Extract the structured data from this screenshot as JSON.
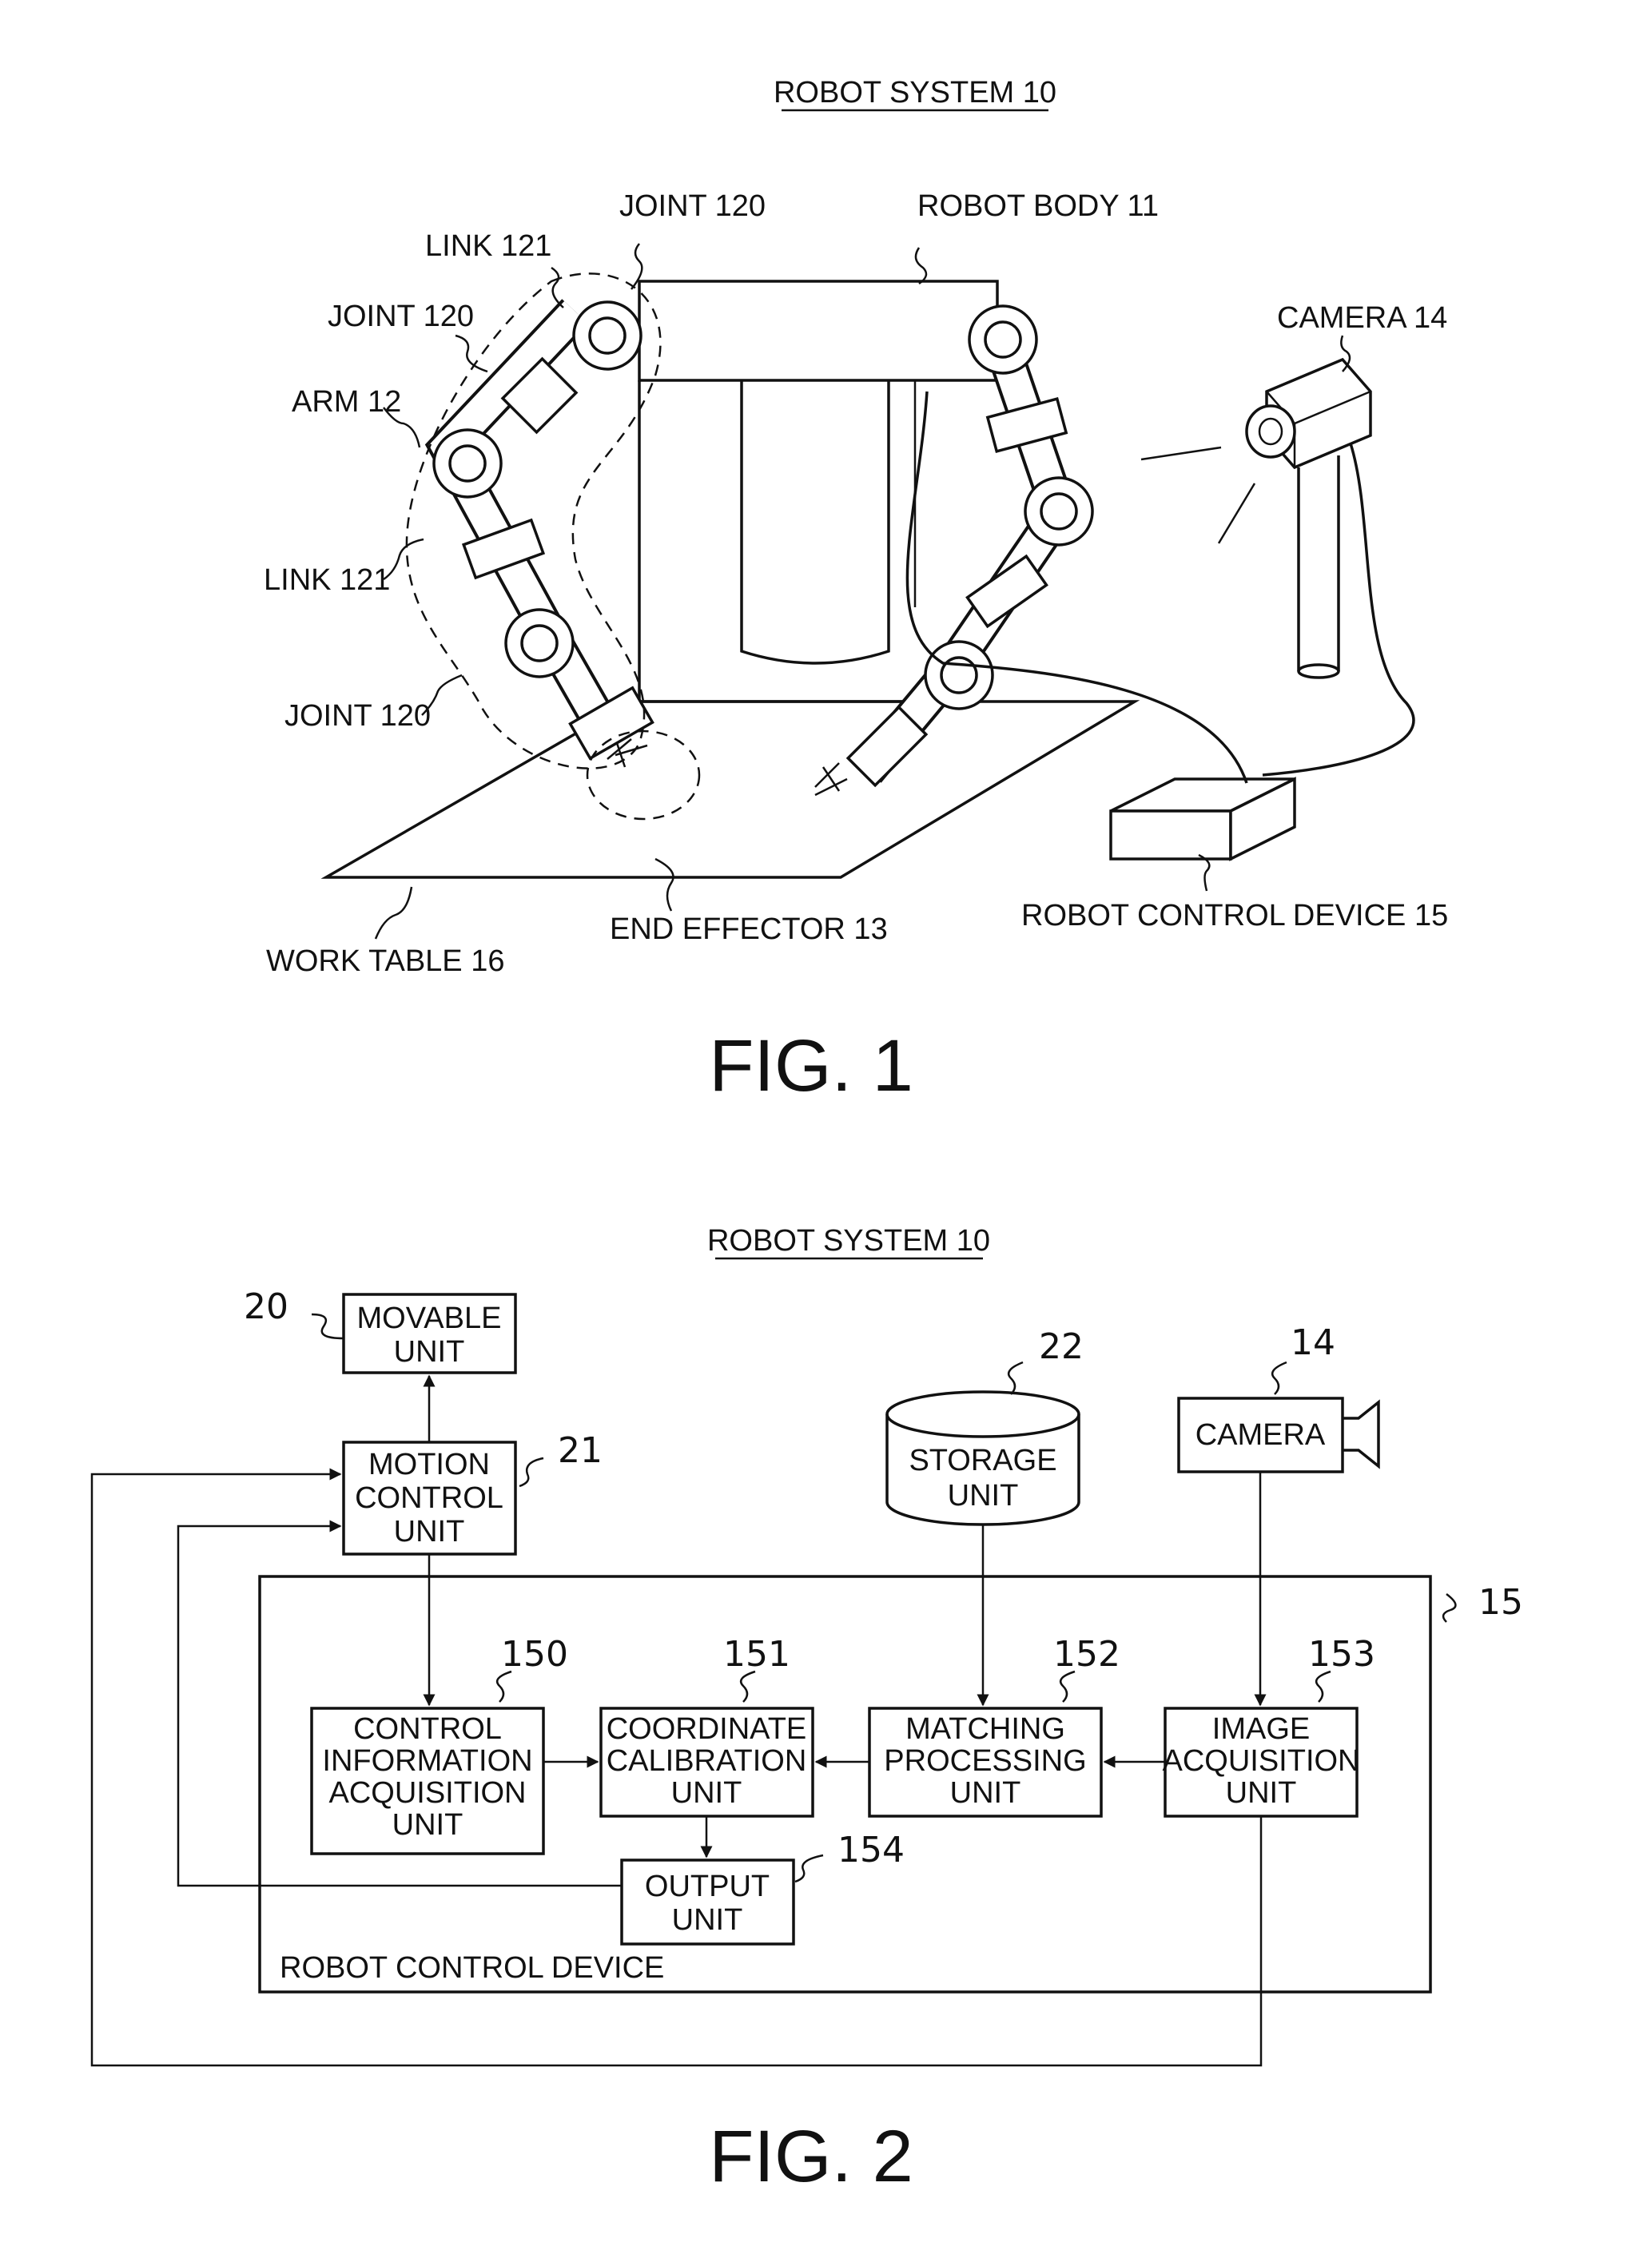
{
  "fig1": {
    "title": "ROBOT SYSTEM 10",
    "caption": "FIG. 1",
    "labels": {
      "joint_top": "JOINT 120",
      "robot_body": "ROBOT BODY 11",
      "link_top": "LINK 121",
      "joint_mid": "JOINT 120",
      "camera": "CAMERA 14",
      "arm": "ARM 12",
      "link_mid": "LINK 121",
      "joint_bottom": "JOINT 120",
      "end_effector": "END EFFECTOR 13",
      "robot_control_device": "ROBOT CONTROL DEVICE 15",
      "work_table": "WORK TABLE 16"
    }
  },
  "fig2": {
    "title": "ROBOT SYSTEM 10",
    "caption": "FIG. 2",
    "container_label": "ROBOT CONTROL DEVICE",
    "container_ref": "15",
    "blocks": {
      "movable": {
        "ref": "20",
        "lines": [
          "MOVABLE",
          "UNIT"
        ]
      },
      "motion": {
        "ref": "21",
        "lines": [
          "MOTION",
          "CONTROL",
          "UNIT"
        ]
      },
      "storage": {
        "ref": "22",
        "lines": [
          "STORAGE",
          "UNIT"
        ]
      },
      "camera": {
        "ref": "14",
        "lines": [
          "CAMERA"
        ]
      },
      "control_info": {
        "ref": "150",
        "lines": [
          "CONTROL",
          "INFORMATION",
          "ACQUISITION",
          "UNIT"
        ]
      },
      "coord": {
        "ref": "151",
        "lines": [
          "COORDINATE",
          "CALIBRATION",
          "UNIT"
        ]
      },
      "matching": {
        "ref": "152",
        "lines": [
          "MATCHING",
          "PROCESSING",
          "UNIT"
        ]
      },
      "image": {
        "ref": "153",
        "lines": [
          "IMAGE",
          "ACQUISITION",
          "UNIT"
        ]
      },
      "output": {
        "ref": "154",
        "lines": [
          "OUTPUT",
          "UNIT"
        ]
      }
    }
  }
}
